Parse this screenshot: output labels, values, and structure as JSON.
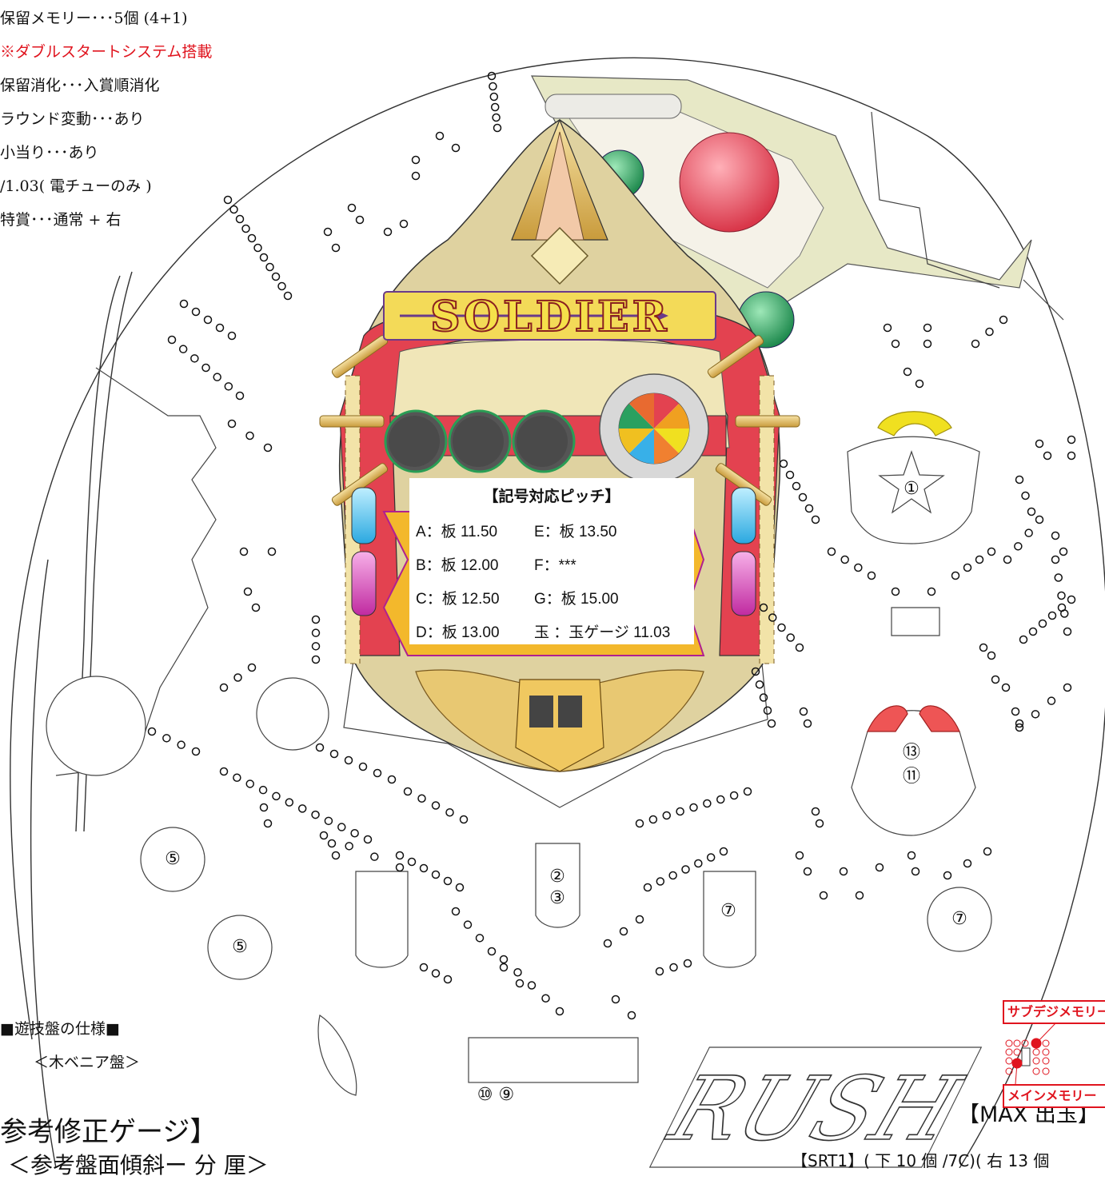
{
  "spec_list": [
    {
      "text": "保留メモリー･･･5個 (4+1)",
      "color": "#111111"
    },
    {
      "text": "※ダブルスタートシステム搭載",
      "color": "#e0141e"
    },
    {
      "text": "保留消化･･･入賞順消化",
      "color": "#111111"
    },
    {
      "text": "ラウンド変動･･･あり",
      "color": "#111111"
    },
    {
      "text": "小当り･･･あり",
      "color": "#111111"
    },
    {
      "text": "/1.03( 電チューのみ )",
      "color": "#111111"
    },
    {
      "text": "特賞･･･通常 + 右",
      "color": "#111111"
    }
  ],
  "board": {
    "logo": "SOLDIER",
    "rush_logo": "RUSH"
  },
  "legend": {
    "title": "【記号対応ピッチ】",
    "rows": [
      {
        "left": "A：板 11.50",
        "right": "E：板 13.50"
      },
      {
        "left": "B：板 12.00",
        "right": "F：***"
      },
      {
        "left": "C：板 12.50",
        "right": "G：板 15.00"
      },
      {
        "left": "D：板 13.00",
        "right": "玉 ：玉ゲージ 11.03"
      }
    ]
  },
  "markers": {
    "star_pocket": "①",
    "right_attacker_top": "⑬",
    "right_attacker_bottom": "⑪",
    "center_pocket_top": "②",
    "center_pocket_bottom": "③",
    "left_pocket_1": "⑤",
    "left_pocket_2": "⑤",
    "right_pocket_1": "⑦",
    "right_pocket_2": "⑦",
    "out_hole": "⑩ ⑨"
  },
  "bottom": {
    "board_spec_title": "■遊技盤の仕様■",
    "board_spec_value": "＜木ベニア盤＞",
    "gauge_title": "参考修正ゲージ】",
    "slope_text": "＜参考盤面傾斜ー 分 厘＞",
    "max_title": "【MAX 出玉】",
    "srt_text": "【SRT1】( 下 10 個 /7C)( 右 13 個",
    "sub_memory_label": "サブデジメモリー",
    "main_memory_label": "メインメモリー"
  },
  "colors": {
    "red_text": "#e0141e",
    "yakumono_red": "#e34250",
    "yakumono_gold": "#e8c872",
    "green_ball": "#2e9e5e",
    "lamp_yellow": "#f0e020"
  }
}
